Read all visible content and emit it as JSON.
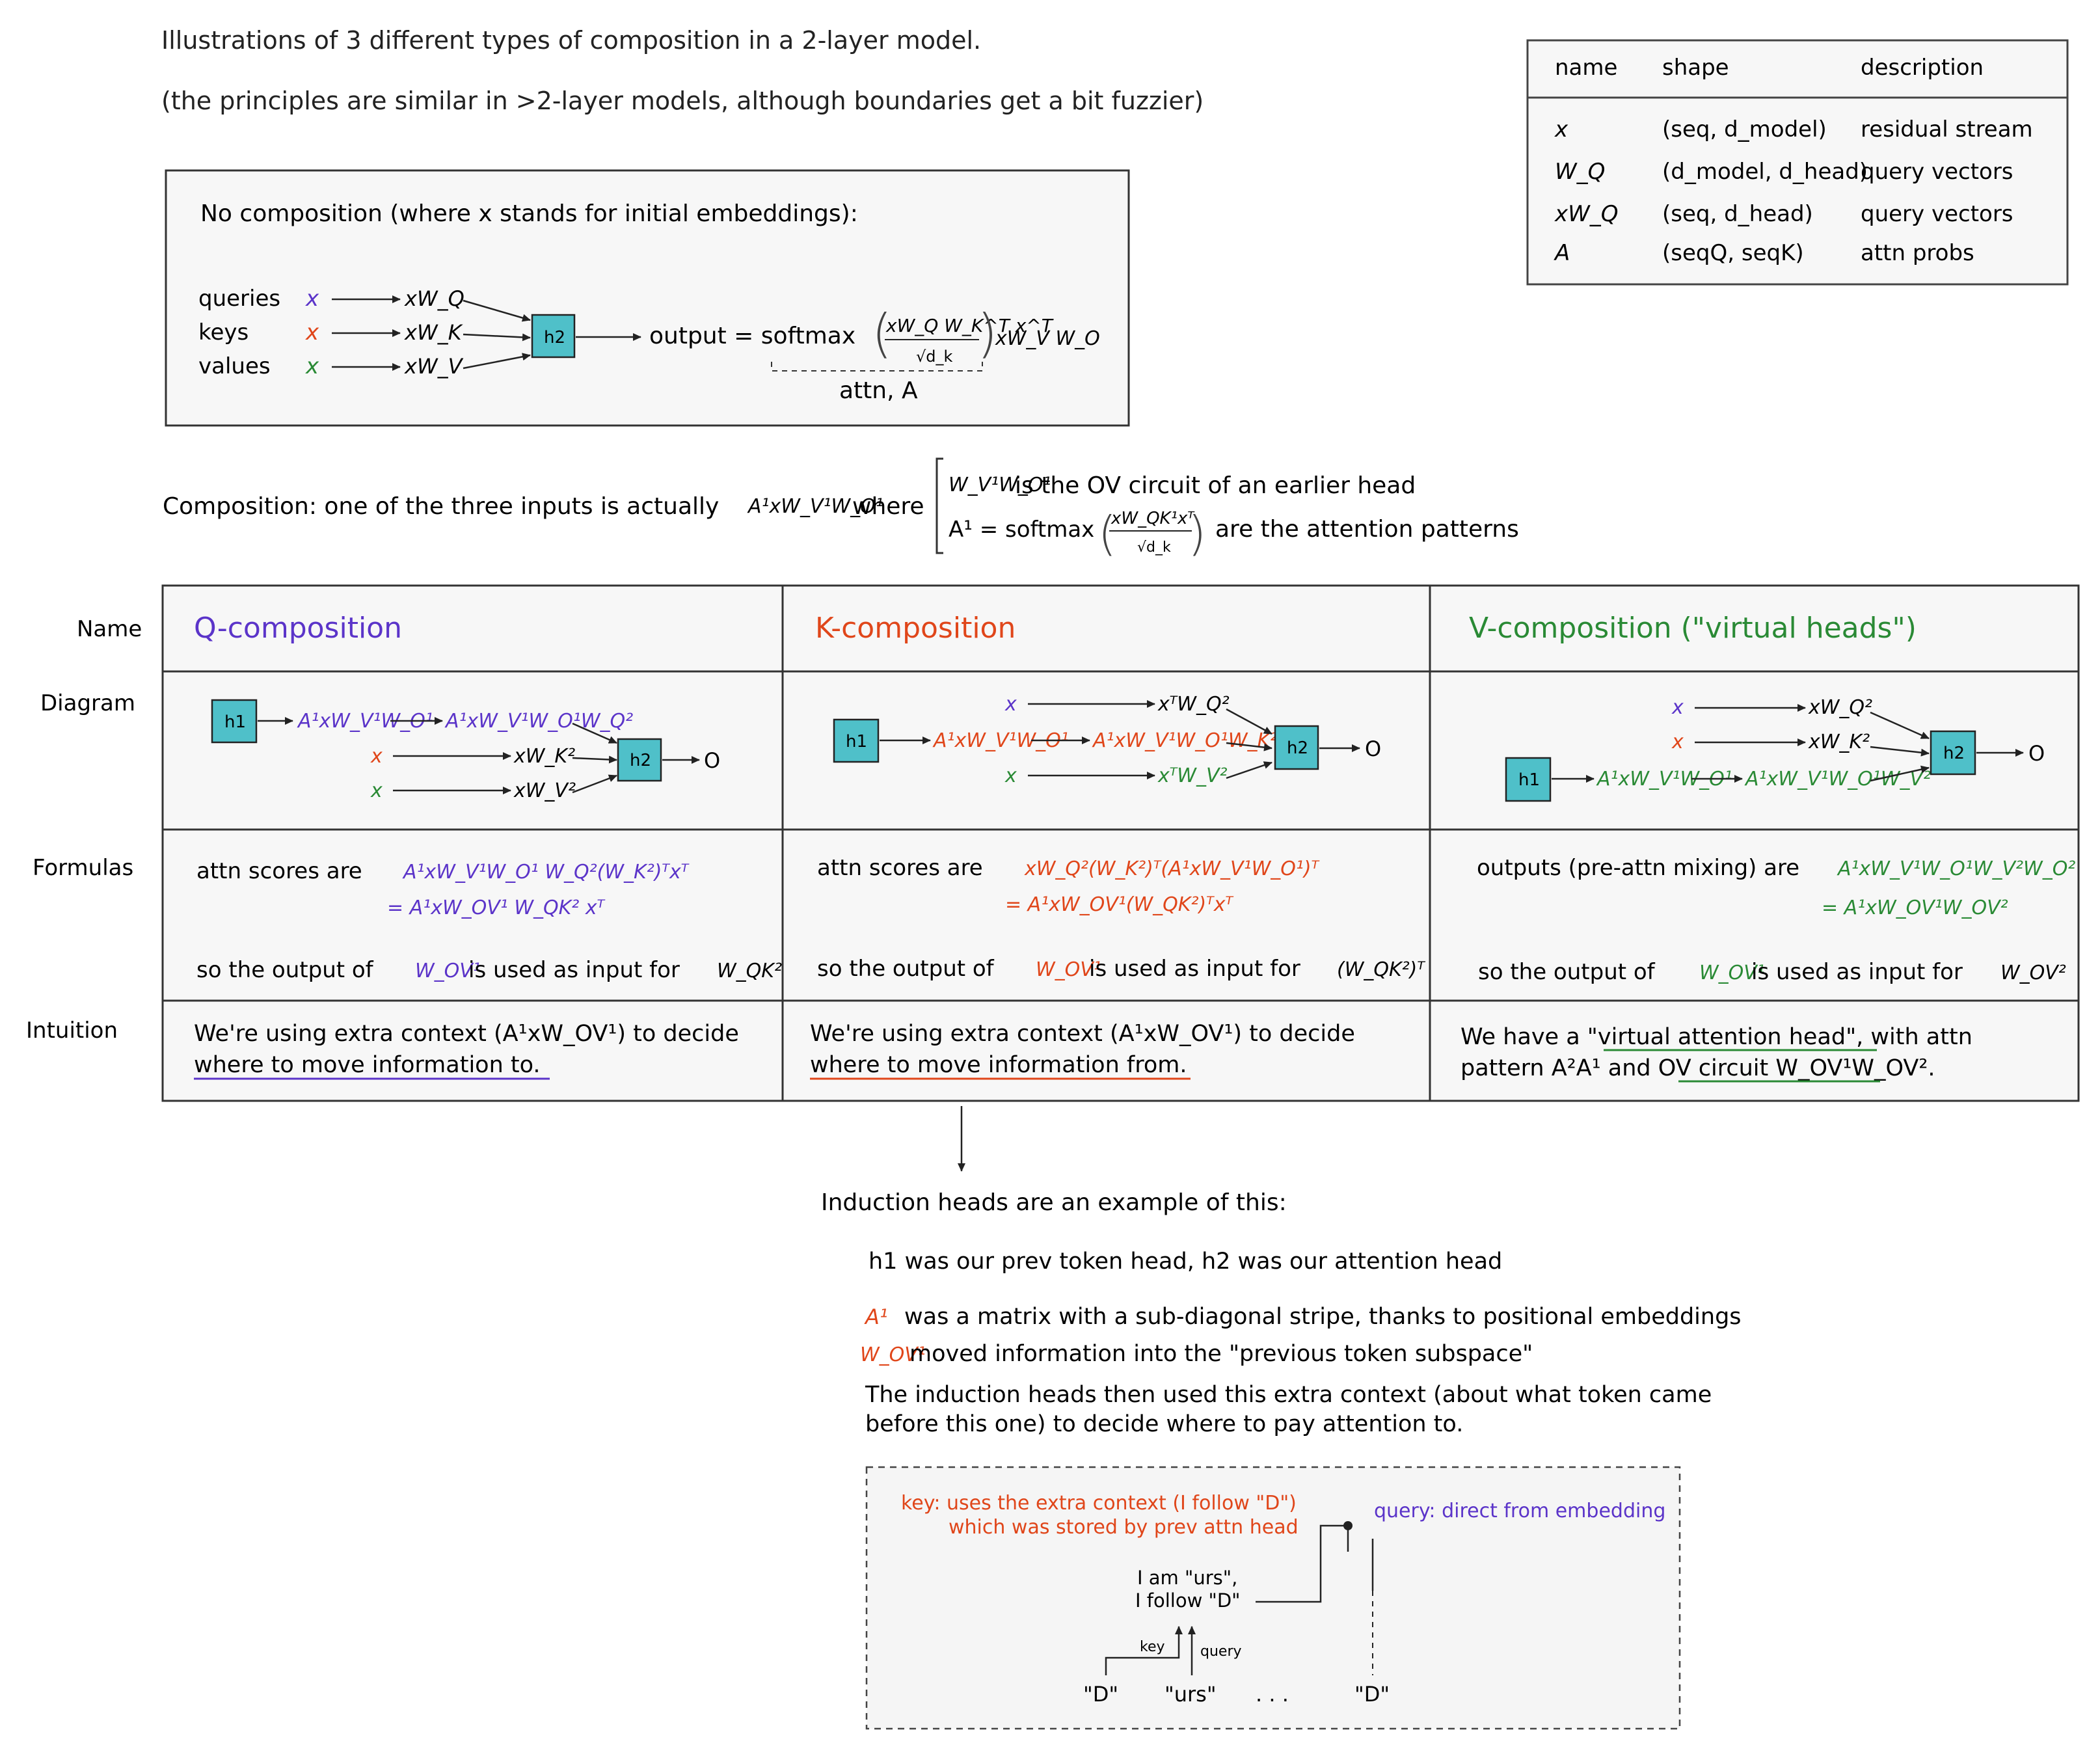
{
  "header": {
    "title": "Illustrations of 3 different types of composition in a 2-layer model.",
    "subtitle": "(the principles are similar in >2-layer models, although boundaries get a bit fuzzier)"
  },
  "legend": {
    "headers": [
      "name",
      "shape",
      "description"
    ],
    "rows": [
      {
        "name": "x",
        "shape": "(seq, d_model)",
        "desc": "residual stream"
      },
      {
        "name": "W_Q",
        "shape": "(d_model, d_head)",
        "desc": "query vectors"
      },
      {
        "name": "xW_Q",
        "shape": "(seq, d_head)",
        "desc": "query vectors"
      },
      {
        "name": "A",
        "shape": "(seqQ, seqK)",
        "desc": "attn probs"
      }
    ]
  },
  "no_comp": {
    "title": "No composition (where x stands for initial embeddings):",
    "inputs": [
      {
        "label": "queries",
        "var": "x",
        "out": "xW_Q"
      },
      {
        "label": "keys",
        "var": "x",
        "out": "xW_K"
      },
      {
        "label": "values",
        "var": "x",
        "out": "xW_V"
      }
    ],
    "head": "h2",
    "output_label": "output = softmax",
    "formula_numer": "xW_Q W_K^T x^T",
    "formula_denom": "√d_k",
    "formula_tail": "xW_V W_O",
    "brace_label": "attn, A"
  },
  "composition": {
    "lead": "Composition: one of the three inputs is actually",
    "expr": "A¹xW_V¹W_O¹",
    "where": "where",
    "line1_expr": "W_V¹W_O¹",
    "line1_text": "is the OV circuit of an earlier head",
    "line2_expr": "A¹ = softmax",
    "line2_numer": "xW_QK¹xᵀ",
    "line2_denom": "√d_k",
    "line2_text": "are the attention patterns"
  },
  "table": {
    "row_labels": [
      "Name",
      "Diagram",
      "Formulas",
      "Intuition"
    ],
    "columns": [
      {
        "name": "Q-composition",
        "color": "#5b34c9",
        "formula1_lead": "attn scores are",
        "formula1_expr": "A¹xW_V¹W_O¹ W_Q²(W_K²)ᵀxᵀ",
        "formula2_expr": "= A¹xW_OV¹ W_QK² xᵀ",
        "formula3_lead": "so the output of",
        "formula3_mid": "W_OV¹",
        "formula3_tail": "is used as input for",
        "formula3_end": "W_QK²",
        "intuition_1": "We're using extra context (A¹xW_OV¹) to decide",
        "intuition_2": "where to move information to."
      },
      {
        "name": "K-composition",
        "color": "#e0461a",
        "formula1_lead": "attn scores are",
        "formula1_expr": "xW_Q²(W_K²)ᵀ(A¹xW_V¹W_O¹)ᵀ",
        "formula2_expr": "= A¹xW_OV¹(W_QK²)ᵀxᵀ",
        "formula3_lead": "so the output of",
        "formula3_mid": "W_OV¹",
        "formula3_tail": "is used as input for",
        "formula3_end": "(W_QK²)ᵀ",
        "intuition_1": "We're using extra context (A¹xW_OV¹) to decide",
        "intuition_2": "where to move information from."
      },
      {
        "name": "V-composition (\"virtual heads\")",
        "color": "#2a8a35",
        "formula1_lead": "outputs (pre-attn mixing) are",
        "formula1_expr": "A¹xW_V¹W_O¹W_V²W_O²",
        "formula2_expr": "= A¹xW_OV¹W_OV²",
        "formula3_lead": "so the output of",
        "formula3_mid": "W_OV¹",
        "formula3_tail": "is used as input for",
        "formula3_end": "W_OV²",
        "intuition_1": "We have a \"virtual attention head\", with attn",
        "intuition_2": "pattern A²A¹ and OV circuit W_OV¹W_OV²."
      }
    ],
    "diagram_q": {
      "h1": "h1",
      "n1": "A¹xW_V¹W_O¹",
      "n2": "A¹xW_V¹W_O¹W_Q²",
      "x2": "x",
      "n3": "xW_K²",
      "x3": "x",
      "n4": "xW_V²",
      "h2": "h2",
      "out": "O"
    },
    "diagram_k": {
      "x1": "x",
      "n1": "xᵀW_Q²",
      "h1": "h1",
      "n2": "A¹xW_V¹W_O¹",
      "n3": "A¹xW_V¹W_O¹W_K²",
      "x3": "x",
      "n4": "xᵀW_V²",
      "h2": "h2",
      "out": "O"
    },
    "diagram_v": {
      "x1": "x",
      "n1": "xW_Q²",
      "x2": "x",
      "n2": "xW_K²",
      "h1": "h1",
      "n3": "A¹xW_V¹W_O¹",
      "n4": "A¹xW_V¹W_O¹W_V²",
      "h2": "h2",
      "out": "O"
    }
  },
  "induction": {
    "title": "Induction heads are an example of this:",
    "line1": "h1 was our prev token head, h2 was our attention head",
    "line2_expr": "A¹",
    "line2": "was a matrix with a sub-diagonal stripe, thanks to positional embeddings",
    "line3_expr": "W_OV¹",
    "line3": "moved information into the \"previous token subspace\"",
    "line4": "The induction heads then used this extra context (about what token came",
    "line5": "before this one) to decide where to pay attention to.",
    "box": {
      "key_note_1": "key: uses the extra context (I follow \"D\")",
      "key_note_2": "which was stored by prev attn head",
      "query_note": "query: direct from embedding",
      "token_label_1": "I am \"urs\",",
      "token_label_2": "I follow \"D\"",
      "key": "key",
      "query": "query",
      "tokens": [
        "\"D\"",
        "\"urs\"",
        ". . .",
        "\"D\""
      ]
    }
  },
  "colors": {
    "q": "#5b34c9",
    "k": "#e0461a",
    "v": "#2a8a35",
    "head_fill": "#4fc0c9",
    "line": "#222222"
  }
}
